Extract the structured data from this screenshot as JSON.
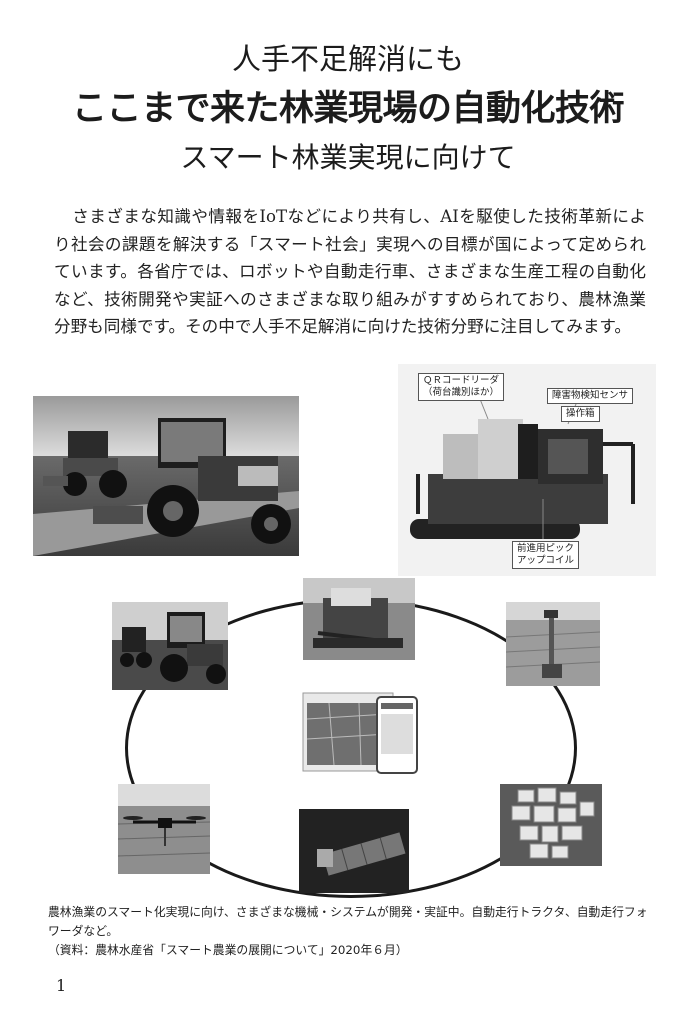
{
  "header": {
    "line1": "人手不足解消にも",
    "line2": "ここまで来た林業現場の自動化技術",
    "line3": "スマート林業実現に向けて"
  },
  "body": {
    "paragraph": "さまざまな知識や情報をIoTなどにより共有し、AIを駆使した技術革新により社会の課題を解決する「スマート社会」実現への目標が国によって定められています。各省庁では、ロボットや自動走行車、さまざまな生産工程の自動化など、技術開発や実証へのさまざまな取り組みがすすめられており、農林漁業分野も同様です。その中で人手不足解消に向けた技術分野に注目してみます。"
  },
  "figure_labels": {
    "qr_reader": "ＱＲコードリーダ",
    "qr_reader_sub": "（荷台識別ほか）",
    "obstacle_sensor": "障害物検知センサ",
    "control_box": "操作箱",
    "pickup_coil": "前進用ピック",
    "pickup_coil_sub": "アップコイル"
  },
  "caption": {
    "text": "農林漁業のスマート化実現に向け、さまざまな機械・システムが開発・実証中。自動走行トラクタ、自動走行フォワーダなど。",
    "source": "（資料：農林水産省「スマート農業の展開について」2020年６月）"
  },
  "footer": {
    "page_number": "1"
  }
}
